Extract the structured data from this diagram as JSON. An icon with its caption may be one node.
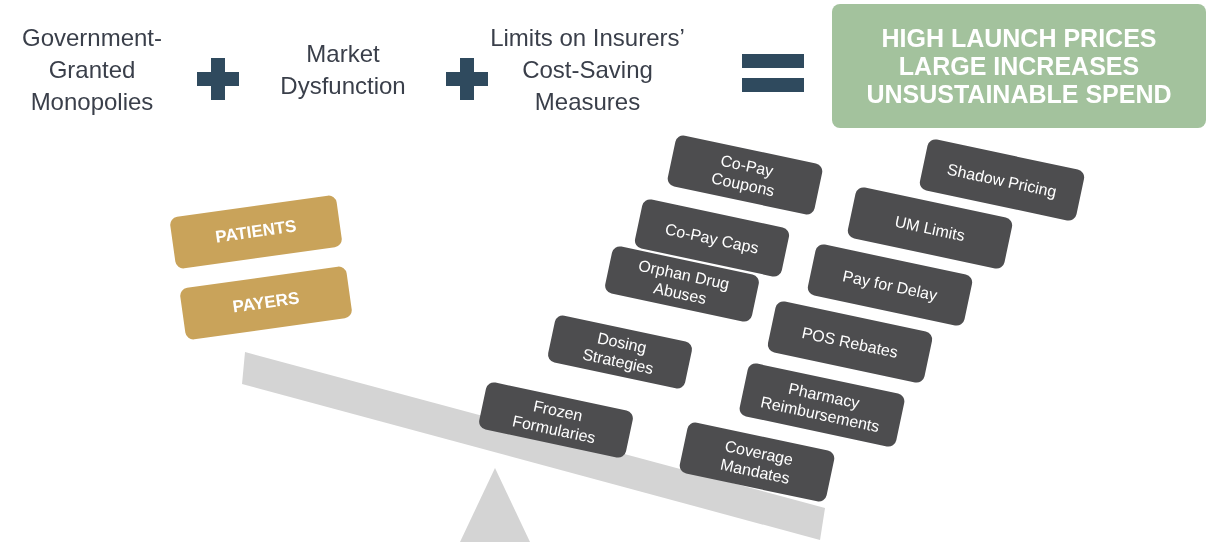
{
  "diagram": {
    "nodes": [
      {
        "text": [
          "HIGH LAUNCH PRICES",
          "LARGE INCREASES",
          "UNSUSTAINABLE SPEND"
        ]
      },
      {
        "text": [
          "PATIENTS"
        ]
      },
      {
        "text": [
          "PAYERS"
        ]
      },
      {
        "text": [
          "Co-Pay Coupons"
        ]
      },
      {
        "text": [
          "Shadow Pricing"
        ]
      },
      {
        "text": [
          "Co-Pay Caps"
        ]
      },
      {
        "text": [
          "UM Limits"
        ]
      },
      {
        "text": [
          "Orphan Drug Abuses"
        ]
      },
      {
        "text": [
          "Pay for Delay"
        ]
      },
      {
        "text": [
          "Dosing Strategies"
        ]
      },
      {
        "text": [
          "POS Rebates"
        ]
      },
      {
        "text": [
          "Frozen Formularies"
        ]
      },
      {
        "text": [
          "Pharmacy Reimbursements"
        ]
      },
      {
        "text": [
          "Coverage Mandates"
        ]
      }
    ],
    "edges": [],
    "labels": [
      "Government-Granted Monopolies",
      "Market Dysfunction",
      "Limits on Insurers’ Cost-Saving Measures"
    ]
  }
}
